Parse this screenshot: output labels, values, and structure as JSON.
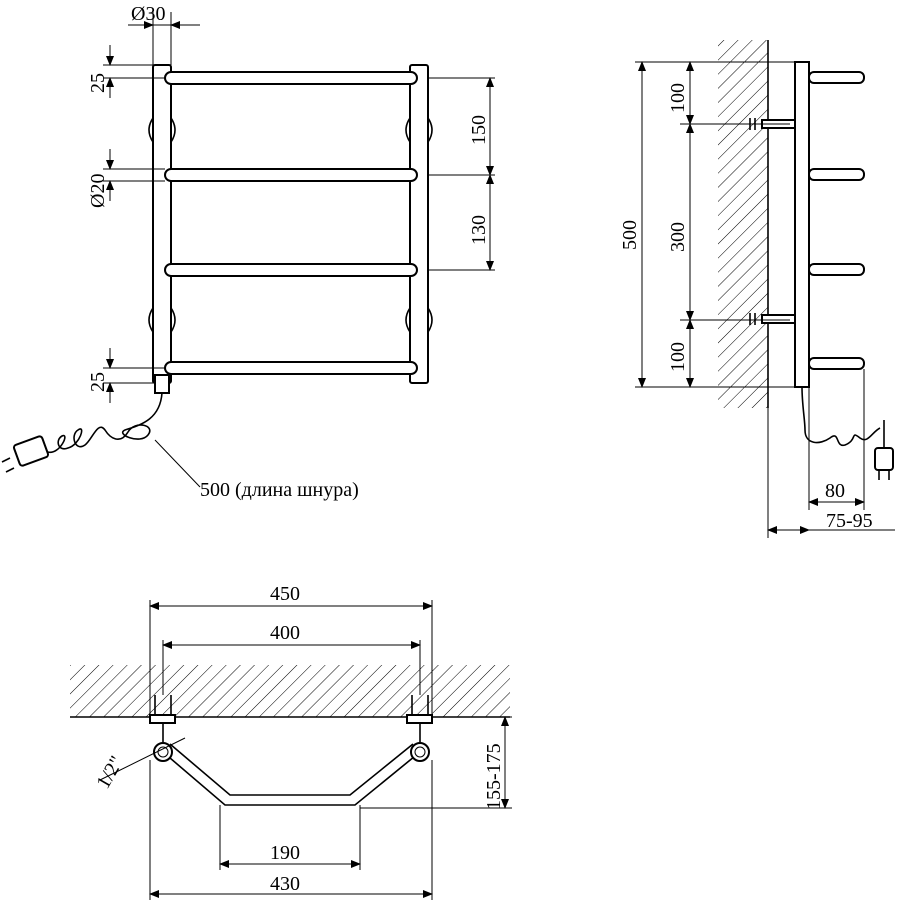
{
  "front_view": {
    "diameter_post": "Ø30",
    "diameter_bar": "Ø20",
    "top_offset": "25",
    "bottom_offset": "25",
    "spacing_upper": "150",
    "spacing_lower": "130",
    "cord_note": "500 (длина шнура)"
  },
  "side_view": {
    "overall_height": "500",
    "top_to_mount": "100",
    "mount_spacing": "300",
    "mount_to_bottom": "100",
    "projection": "80",
    "wall_distance": "75-95"
  },
  "top_view": {
    "outer_width": "450",
    "mount_width": "400",
    "thread": "1/2\"",
    "depth": "155-175",
    "inner_bend": "190",
    "overall_width": "430"
  }
}
